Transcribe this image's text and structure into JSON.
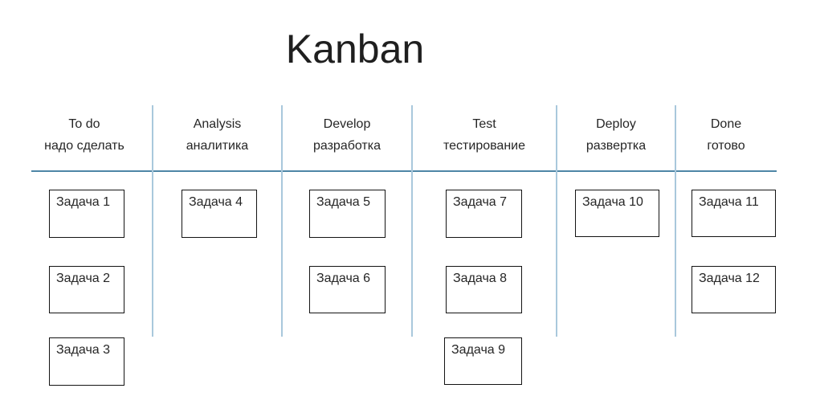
{
  "title": "Kanban",
  "colors": {
    "header_rule": "#4e86a6",
    "column_divider": "#a9c8dc",
    "card_border": "#141414",
    "text": "#262626",
    "background": "#ffffff"
  },
  "board": {
    "columns": [
      {
        "title_en": "To do",
        "title_ru": "надо сделать",
        "cards": [
          {
            "label": "Задача 1"
          },
          {
            "label": "Задача 2"
          },
          {
            "label": "Задача 3"
          }
        ]
      },
      {
        "title_en": "Analysis",
        "title_ru": "аналитика",
        "cards": [
          {
            "label": "Задача 4"
          }
        ]
      },
      {
        "title_en": "Develop",
        "title_ru": "разработка",
        "cards": [
          {
            "label": "Задача 5"
          },
          {
            "label": "Задача 6"
          }
        ]
      },
      {
        "title_en": "Test",
        "title_ru": "тестирование",
        "cards": [
          {
            "label": "Задача 7"
          },
          {
            "label": "Задача 8"
          },
          {
            "label": "Задача 9"
          }
        ]
      },
      {
        "title_en": "Deploy",
        "title_ru": "развертка",
        "cards": [
          {
            "label": "Задача 10"
          }
        ]
      },
      {
        "title_en": "Done",
        "title_ru": "готово",
        "cards": [
          {
            "label": "Задача 11"
          },
          {
            "label": "Задача 12"
          }
        ]
      }
    ]
  }
}
